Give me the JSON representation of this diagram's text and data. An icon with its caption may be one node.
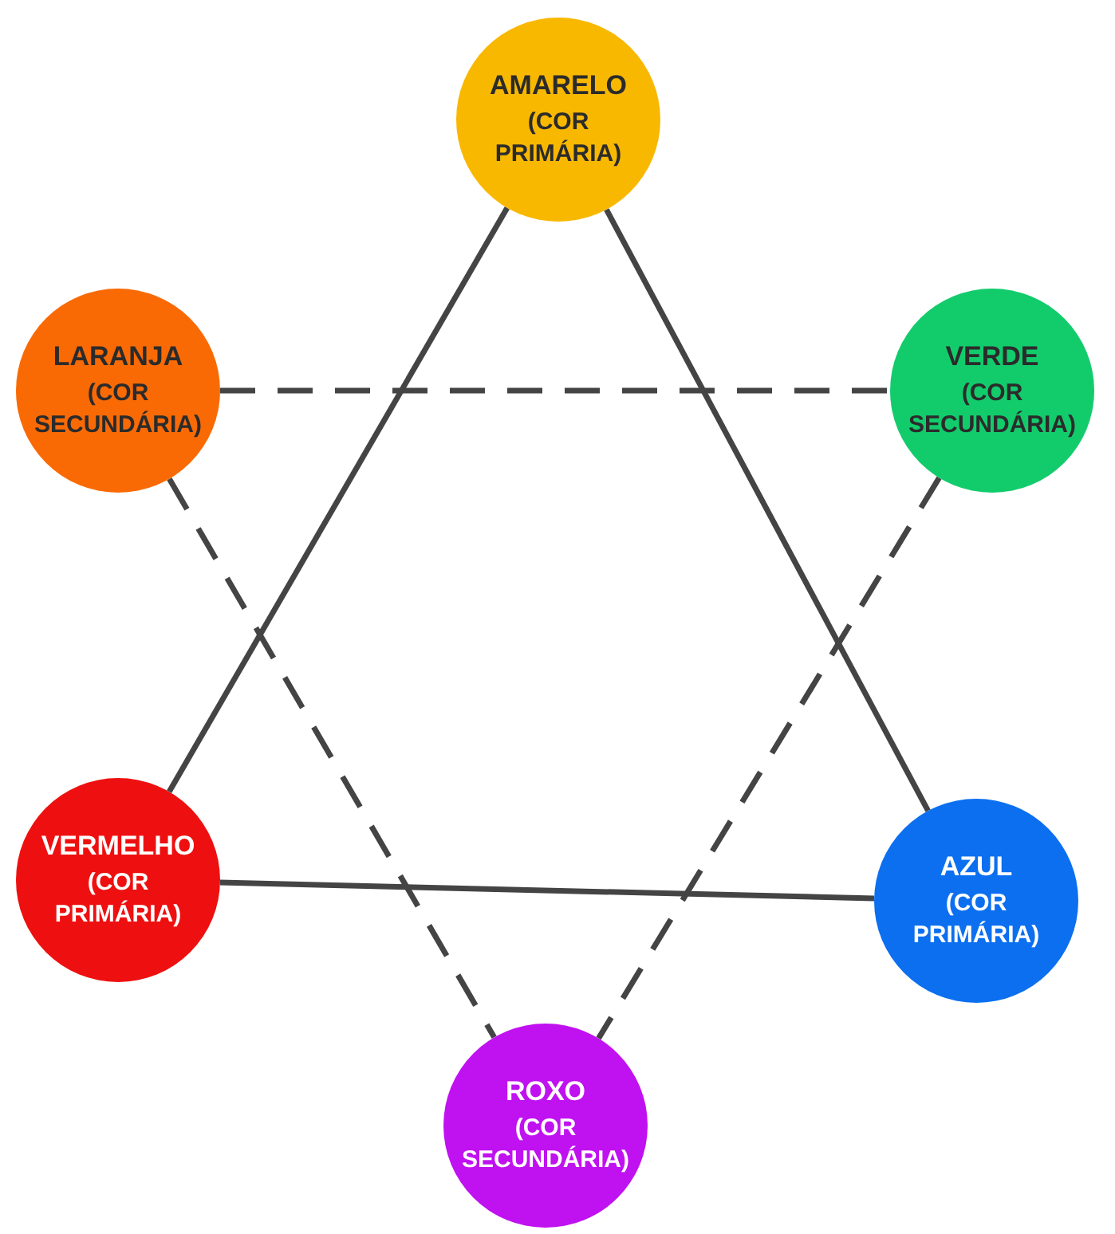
{
  "diagram": {
    "nodes": [
      {
        "text": [
          "AMARELO",
          "(COR PRIMÁRIA)"
        ]
      },
      {
        "text": [
          "LARANJA",
          "(COR SECUNDÁRIA)"
        ]
      },
      {
        "text": [
          "VERDE",
          "(COR SECUNDÁRIA)"
        ]
      },
      {
        "text": [
          "VERMELHO",
          "(COR PRIMÁRIA)"
        ]
      },
      {
        "text": [
          "AZUL",
          "(COR PRIMÁRIA)"
        ]
      },
      {
        "text": [
          "ROXO",
          "(COR SECUNDÁRIA)"
        ]
      }
    ],
    "edges": [
      {
        "from": 0,
        "to": 3,
        "arrow": "none"
      },
      {
        "from": 0,
        "to": 4,
        "arrow": "none"
      },
      {
        "from": 3,
        "to": 4,
        "arrow": "none"
      },
      {
        "from": 1,
        "to": 2,
        "arrow": "none",
        "style": "dashed"
      },
      {
        "from": 1,
        "to": 5,
        "arrow": "none",
        "style": "dashed"
      },
      {
        "from": 2,
        "to": 5,
        "arrow": "none",
        "style": "dashed"
      }
    ]
  }
}
